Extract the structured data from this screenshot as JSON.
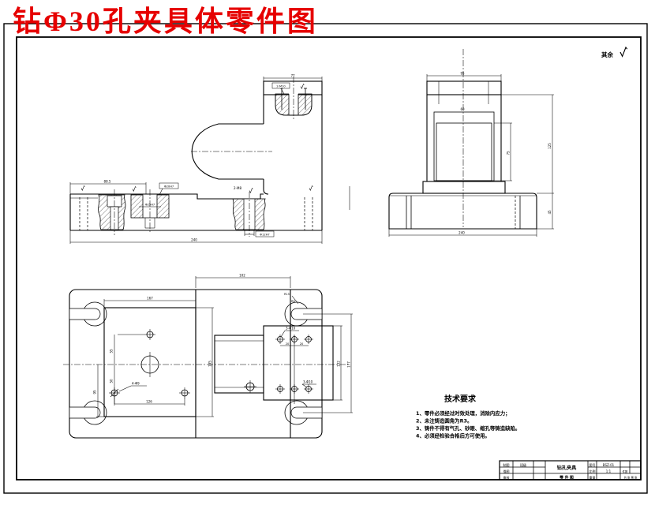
{
  "page": {
    "title": "钻Φ30孔夹具体零件图",
    "title_color": "#e60000",
    "line_color": "#000000",
    "background": "#ffffff"
  },
  "surface_note": {
    "prefix": "其余"
  },
  "tech_req": {
    "heading": "技术要求",
    "items": [
      "1、零件必须经过时效处理，消除内应力；",
      "2、未注铸造圆角为R3。",
      "3、铸件不得有气孔、砂眼、缩孔等铸造缺陷。",
      "4、必须经检验合格后方可使用。"
    ]
  },
  "title_block": {
    "drafter": "制图",
    "tracer": "描图",
    "checker": "审核",
    "class_label": "班级",
    "part_name": "钻孔夹具",
    "doc_type": "零 件 图",
    "no_label": "图号",
    "no_value": "BSZ-01",
    "scale_label": "比例",
    "scale_value": "1:1",
    "weight_label": "重量",
    "qty_label": "件数",
    "sheet_label": "共 张 第 张"
  },
  "dims": {
    "front": {
      "cap_width": "77",
      "cap_thread": "2-M10",
      "left_span": "88.5",
      "slot_fit": "Φ20H7",
      "bore_fit": "Φ25H7",
      "mid_thread": "2-M8",
      "pin_fit": "Φ12H7",
      "overall": "240"
    },
    "side": {
      "cap_width": "95",
      "window_width": "60",
      "window_height": "75",
      "upper_height": "125",
      "base_height": "45",
      "overall": "240"
    },
    "plan": {
      "square": "167",
      "platform": "102",
      "hole_top": "55",
      "hole_mid": "50",
      "edge_off": "95",
      "hole_span": "126",
      "square_h": "195",
      "holes_note": "4-Φ9",
      "plate_note_top": "3-Φ10",
      "plate_note_bottom": "3-Φ10",
      "pitch1": "20",
      "pitch2": "20",
      "plate_h": "132",
      "slot_span": "177",
      "slot_r_outer": "R15",
      "slot_r_inner": "R8"
    }
  }
}
